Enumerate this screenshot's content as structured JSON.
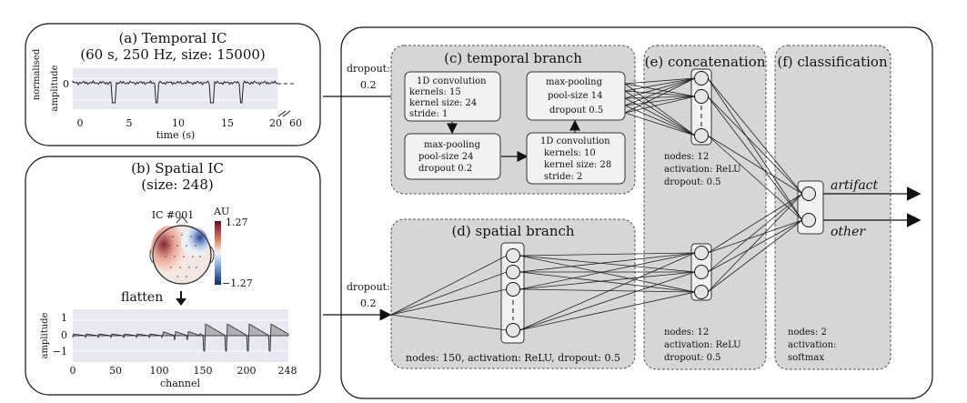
{
  "panel_a": {
    "title": "(a) Temporal IC",
    "subtitle": "(60 s, 250 Hz, size: 15000)",
    "ylabel_line1": "normalised",
    "ylabel_line2": "amplitude",
    "xlabel": "time (s)",
    "ytick": "0",
    "xticks": [
      "0",
      "5",
      "10",
      "15",
      "20",
      "60"
    ]
  },
  "panel_b": {
    "title": "(b) Spatial IC",
    "subtitle": "(size: 248)",
    "ic_label": "IC #001",
    "colorbar_unit": "AU",
    "colorbar_max": "1.27",
    "colorbar_min": "−1.27",
    "flatten": "flatten",
    "ylabel": "amplitude",
    "xlabel": "channel",
    "yticks": [
      "1",
      "0",
      "−1"
    ],
    "xticks": [
      "0",
      "50",
      "100",
      "150",
      "200",
      "248"
    ]
  },
  "dropout_top": {
    "label": "dropout:",
    "value": "0.2"
  },
  "dropout_bottom": {
    "label": "dropout:",
    "value": "0.2"
  },
  "temporal": {
    "title": "(c) temporal branch",
    "conv1": [
      "1D convolution",
      "kernels: 15",
      "kernel size: 24",
      "stride: 1"
    ],
    "pool1": [
      "max-pooling",
      "pool-size 24",
      "dropout 0.2"
    ],
    "conv2": [
      "1D convolution",
      "kernels: 10",
      "kernel size: 28",
      "stride: 2"
    ],
    "pool2": [
      "max-pooling",
      "pool-size 14",
      "dropout 0.5"
    ]
  },
  "spatial": {
    "title": "(d) spatial branch",
    "info": "nodes: 150, activation: ReLU, dropout: 0.5"
  },
  "concat": {
    "title": "(e) concatenation",
    "top": [
      "nodes: 12",
      "activation: ReLU",
      "dropout: 0.5"
    ],
    "bottom": [
      "nodes: 12",
      "activation: ReLU",
      "dropout: 0.5"
    ]
  },
  "classification": {
    "title": "(f) classification",
    "info": [
      "nodes: 2",
      "activation:",
      "softmax"
    ],
    "out1": "artifact",
    "out2": "other"
  },
  "colors": {
    "panel_fill": "#d6d6d6",
    "signal_bg": "#e8e8f0",
    "box_fill": "#f2f2f2"
  }
}
